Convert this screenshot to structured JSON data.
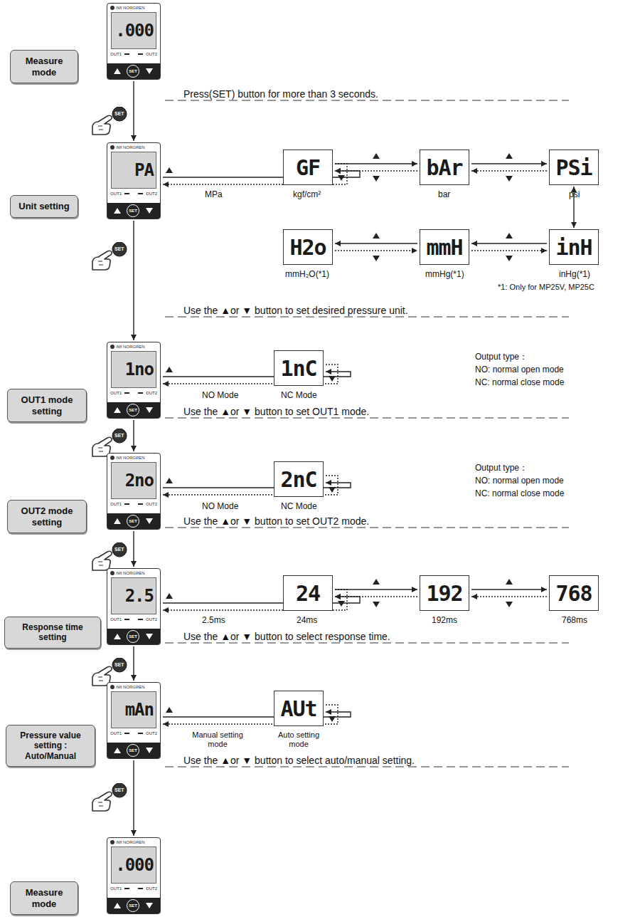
{
  "diagram": {
    "nodes": [
      {
        "text": [
          "Measure mode"
        ]
      },
      {
        "text": [
          "IMI NORGREN",
          ".000",
          "OUT1",
          "OUT2",
          "SET"
        ]
      },
      {
        "text": [
          "Unit setting"
        ]
      },
      {
        "text": [
          "IMI NORGREN",
          "PA",
          "OUT1",
          "OUT2",
          "SET"
        ]
      },
      {
        "text": [
          "GF"
        ]
      },
      {
        "text": [
          "bAr"
        ]
      },
      {
        "text": [
          "PSi"
        ]
      },
      {
        "text": [
          "H2o"
        ]
      },
      {
        "text": [
          "mmH"
        ]
      },
      {
        "text": [
          "inH"
        ]
      },
      {
        "text": [
          "OUT1 mode setting"
        ]
      },
      {
        "text": [
          "IMI NORGREN",
          "1no",
          "OUT1",
          "OUT2",
          "SET"
        ]
      },
      {
        "text": [
          "1nC"
        ]
      },
      {
        "text": [
          "OUT2 mode setting"
        ]
      },
      {
        "text": [
          "IMI NORGREN",
          "2no",
          "OUT1",
          "OUT2",
          "SET"
        ]
      },
      {
        "text": [
          "2nC"
        ]
      },
      {
        "text": [
          "Response time setting"
        ]
      },
      {
        "text": [
          "IMI NORGREN",
          "2.5",
          "OUT1",
          "OUT2",
          "SET"
        ]
      },
      {
        "text": [
          "24"
        ]
      },
      {
        "text": [
          "192"
        ]
      },
      {
        "text": [
          "768"
        ]
      },
      {
        "text": [
          "Pressure value setting : Auto/Manual"
        ]
      },
      {
        "text": [
          "IMI NORGREN",
          "mAn",
          "OUT1",
          "OUT2",
          "SET"
        ]
      },
      {
        "text": [
          "AUt"
        ]
      },
      {
        "text": [
          "Measure mode"
        ]
      },
      {
        "text": [
          "IMI NORGREN",
          ".000",
          "OUT1",
          "OUT2",
          "SET"
        ]
      }
    ],
    "edges": [
      {
        "from": 1,
        "to": 3,
        "arrow": "to"
      },
      {
        "from": 3,
        "to": 11,
        "arrow": "to"
      },
      {
        "from": 11,
        "to": 14,
        "arrow": "to"
      },
      {
        "from": 14,
        "to": 17,
        "arrow": "to"
      },
      {
        "from": 17,
        "to": 22,
        "arrow": "to"
      },
      {
        "from": 22,
        "to": 25,
        "arrow": "to"
      },
      {
        "from": 3,
        "to": 4,
        "arrow": "both"
      },
      {
        "from": 4,
        "to": 5,
        "arrow": "both"
      },
      {
        "from": 5,
        "to": 6,
        "arrow": "both"
      },
      {
        "from": 6,
        "to": 9,
        "arrow": "both"
      },
      {
        "from": 9,
        "to": 8,
        "arrow": "both"
      },
      {
        "from": 8,
        "to": 7,
        "arrow": "both"
      },
      {
        "from": 11,
        "to": 12,
        "arrow": "both"
      },
      {
        "from": 14,
        "to": 15,
        "arrow": "both"
      },
      {
        "from": 17,
        "to": 18,
        "arrow": "both"
      },
      {
        "from": 18,
        "to": 19,
        "arrow": "both"
      },
      {
        "from": 19,
        "to": 20,
        "arrow": "both"
      },
      {
        "from": 22,
        "to": 23,
        "arrow": "both"
      }
    ],
    "labels": [
      "Press(SET) button for more than 3 seconds.",
      "MPa",
      "kgf/cm²",
      "bar",
      "psi",
      "mmH₂O(*1)",
      "mmHg(*1)",
      "inHg(*1)",
      "*1: Only for MP25V, MP25C",
      "Use the ▲or ▼ button to set desired pressure unit.",
      "NO Mode",
      "NC Mode",
      "Output type：",
      "NO: normal open mode",
      "NC: normal close mode",
      "Use the ▲or ▼ button to set OUT1 mode.",
      "NO Mode",
      "NC Mode",
      "Output type：",
      "NO: normal open mode",
      "NC: normal close mode",
      "Use the ▲or ▼ button to set OUT2 mode.",
      "2.5ms",
      "24ms",
      "192ms",
      "768ms",
      "Use the ▲or ▼ button to select response time.",
      "Manual setting mode",
      "Auto setting mode",
      "Use the ▲or ▼ button to select auto/manual setting.",
      "SET",
      "SET",
      "SET",
      "SET",
      "SET",
      "SET"
    ]
  }
}
